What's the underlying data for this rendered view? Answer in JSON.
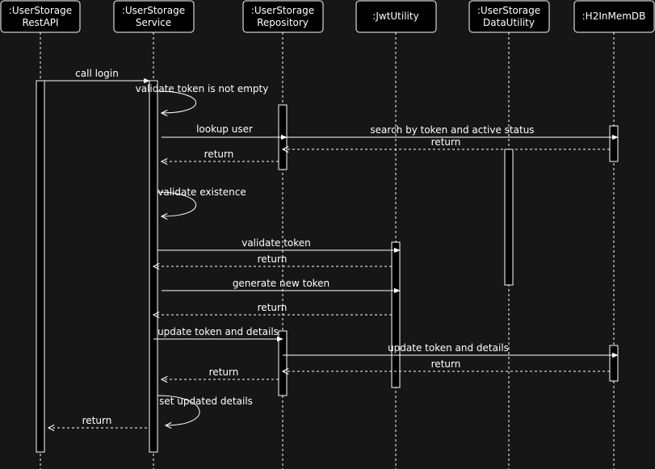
{
  "participants": [
    {
      "id": "restapi",
      "line1": ":UserStorage",
      "line2": "RestAPI"
    },
    {
      "id": "service",
      "line1": ":UserStorage",
      "line2": "Service"
    },
    {
      "id": "repository",
      "line1": ":UserStorage",
      "line2": "Repository"
    },
    {
      "id": "jwtutility",
      "line1": ":JwtUtility",
      "line2": ""
    },
    {
      "id": "datautility",
      "line1": ":UserStorage",
      "line2": "DataUtility"
    },
    {
      "id": "h2inmemdb",
      "line1": ":H2InMemDB",
      "line2": ""
    }
  ],
  "messages": [
    {
      "from": "restapi",
      "to": "service",
      "label": "call login",
      "kind": "call"
    },
    {
      "from": "service",
      "to": "service",
      "label": "validate token is not empty",
      "kind": "self"
    },
    {
      "from": "service",
      "to": "repository",
      "label": "lookup user",
      "kind": "call"
    },
    {
      "from": "repository",
      "to": "h2inmemdb",
      "label": "search by token and active status",
      "kind": "call"
    },
    {
      "from": "h2inmemdb",
      "to": "repository",
      "label": "return",
      "kind": "return"
    },
    {
      "from": "repository",
      "to": "service",
      "label": "return",
      "kind": "return"
    },
    {
      "from": "service",
      "to": "service",
      "label": "validate existence",
      "kind": "self"
    },
    {
      "from": "service",
      "to": "jwtutility",
      "label": "validate token",
      "kind": "call"
    },
    {
      "from": "jwtutility",
      "to": "service",
      "label": "return",
      "kind": "return"
    },
    {
      "from": "service",
      "to": "jwtutility",
      "label": "generate new token",
      "kind": "call"
    },
    {
      "from": "jwtutility",
      "to": "service",
      "label": "return",
      "kind": "return"
    },
    {
      "from": "service",
      "to": "repository",
      "label": "update token and details",
      "kind": "call"
    },
    {
      "from": "repository",
      "to": "h2inmemdb",
      "label": "update token and details",
      "kind": "call"
    },
    {
      "from": "h2inmemdb",
      "to": "repository",
      "label": "return",
      "kind": "return"
    },
    {
      "from": "repository",
      "to": "service",
      "label": "return",
      "kind": "return"
    },
    {
      "from": "service",
      "to": "service",
      "label": "set updated details",
      "kind": "self"
    },
    {
      "from": "service",
      "to": "restapi",
      "label": "return",
      "kind": "return"
    }
  ],
  "colors": {
    "background": "#161616",
    "box_fill": "#000000",
    "stroke": "#ffffff",
    "text": "#ffffff"
  }
}
